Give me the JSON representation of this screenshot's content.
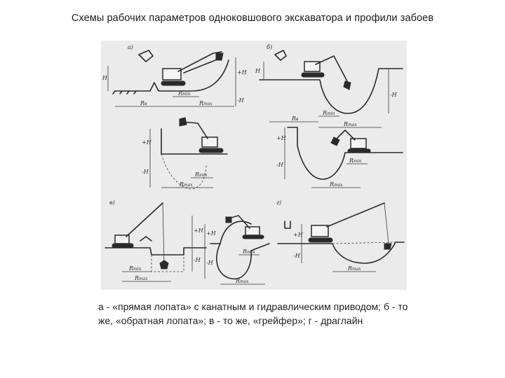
{
  "slide": {
    "title": "Схемы рабочих параметров одноковшового экскаватора и профили забоев"
  },
  "figure": {
    "panel_letters": {
      "a": "а)",
      "b": "б)",
      "v": "в)",
      "g": "г)"
    },
    "dimension_labels": {
      "h_upper": "H",
      "h_plus": "+H",
      "h_minus": "-H",
      "r_main": "R",
      "r_min": "R",
      "r_max": "R",
      "sub_v": "в",
      "sub_min": "min",
      "sub_max": "max"
    }
  },
  "caption": {
    "text": "а - «прямая лопата» с канатным и гидравлическим приводом; б - то же, «обратная лопата»; в - то же, «грейфер»; г - драглайн"
  }
}
